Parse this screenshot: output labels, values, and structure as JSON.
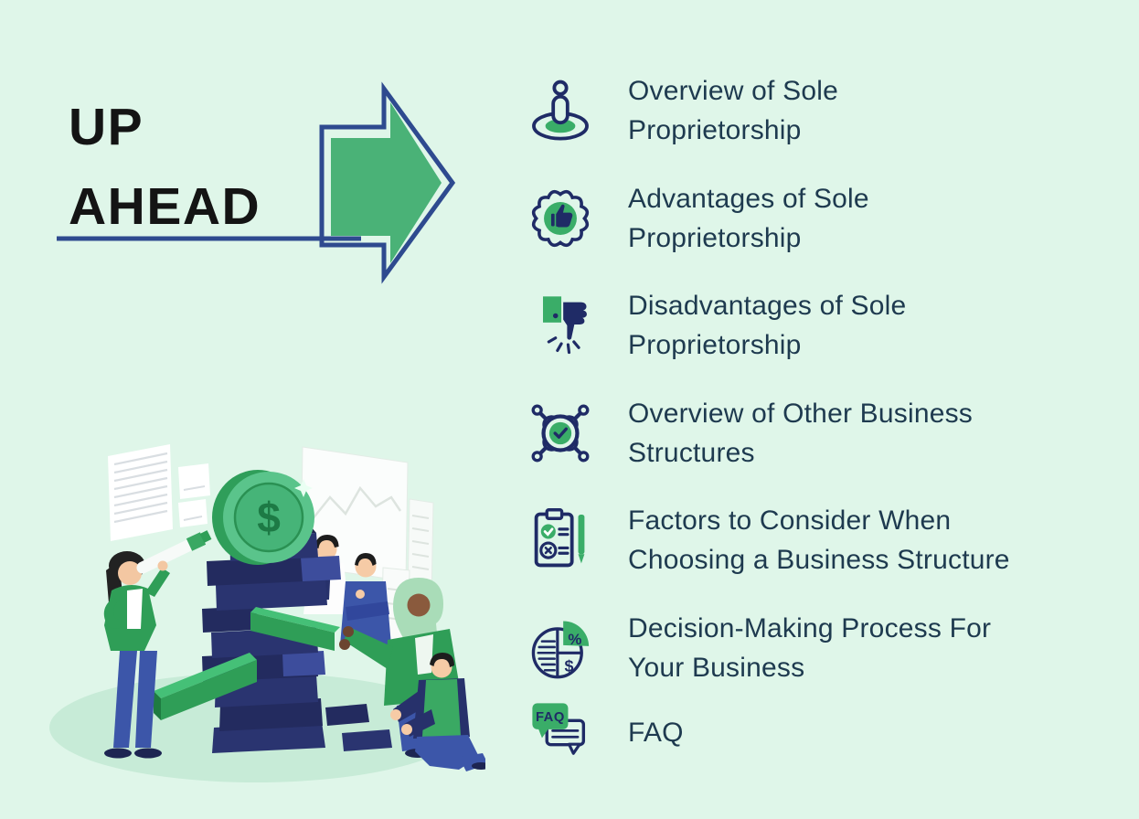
{
  "page": {
    "background_color": "#dff6e9",
    "accent_green": "#3aad68",
    "navy": "#1f2b66",
    "arrow_outline_color": "#2e4a8f",
    "arrow_fill_color": "#4ab277",
    "text_color": "#1e3a4f"
  },
  "header": {
    "title_line1": "UP",
    "title_line2": "AHEAD"
  },
  "agenda": {
    "items": [
      {
        "icon": "person-spotlight-icon",
        "label": "Overview of Sole\nProprietorship"
      },
      {
        "icon": "thumbs-up-badge-icon",
        "label": "Advantages of Sole\nProprietorship"
      },
      {
        "icon": "thumbs-down-icon",
        "label": "Disadvantages of Sole\nProprietorship"
      },
      {
        "icon": "team-collaboration-icon",
        "label": "Overview of Other Business\nStructures"
      },
      {
        "icon": "checklist-pen-icon",
        "label": "Factors to Consider When\nChoosing a Business Structure"
      },
      {
        "icon": "pie-chart-finance-icon",
        "label": "Decision-Making Process For\nYour Business"
      },
      {
        "icon": "faq-chat-icon",
        "label": "FAQ"
      }
    ]
  },
  "illustration": {
    "coin_symbol": "$",
    "pie_percent": "%",
    "pie_dollar": "$",
    "faq_bubble_text": "FAQ"
  }
}
